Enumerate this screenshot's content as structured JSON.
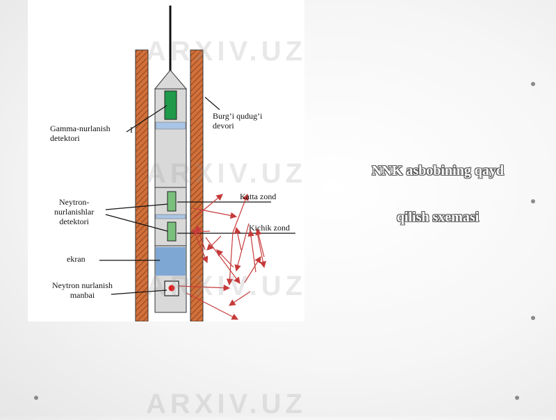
{
  "slide": {
    "title_line1": "NNK asbobining qayd",
    "title_line2": "qilish sxemasi"
  },
  "diagram": {
    "labels": {
      "gamma_detector": "Gamma-nurlanish\ndetektori",
      "well_wall": "Burg’i qudug’i\ndevori",
      "neutron_detectors": "Neytron-\nnurlanishlar\ndetektori",
      "large_probe": "Katta zond",
      "small_probe": "Kichik zond",
      "screen": "ekran",
      "neutron_source": "Neytron nurlanish\nmanbai",
      "mark_one": "I"
    }
  },
  "watermark": {
    "text": "ARXIV.UZ"
  },
  "colors": {
    "wall": "#d2703a",
    "tool_body": "#d9d9d9",
    "gamma_detector": "#1f9a4a",
    "neutron_detector": "#79c07d",
    "screen": "#7fa7d4",
    "arrows": "#c63a3a",
    "source": "#e02020"
  }
}
